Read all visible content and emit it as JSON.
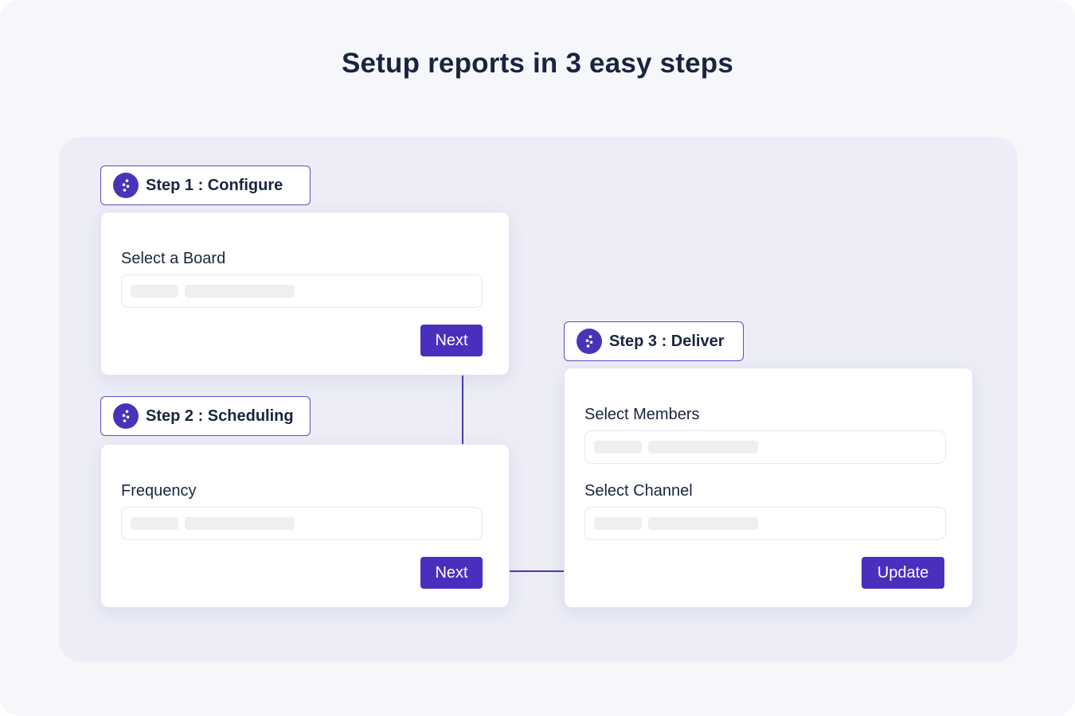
{
  "title": "Setup reports in 3 easy steps",
  "colors": {
    "accent": "#4a2ebd",
    "badge_border": "#5a4dc4",
    "background": "#f6f7fb",
    "panel": "#ecedf6"
  },
  "steps": [
    {
      "badge_label": "Step 1 : Configure",
      "badge_icon": "brand-logo-icon",
      "fields": [
        {
          "label": "Select a Board"
        }
      ],
      "button_label": "Next"
    },
    {
      "badge_label": "Step 2 : Scheduling",
      "badge_icon": "brand-logo-icon",
      "fields": [
        {
          "label": "Frequency"
        }
      ],
      "button_label": "Next"
    },
    {
      "badge_label": "Step 3 : Deliver",
      "badge_icon": "brand-logo-icon",
      "fields": [
        {
          "label": "Select Members"
        },
        {
          "label": "Select Channel"
        }
      ],
      "button_label": "Update"
    }
  ]
}
